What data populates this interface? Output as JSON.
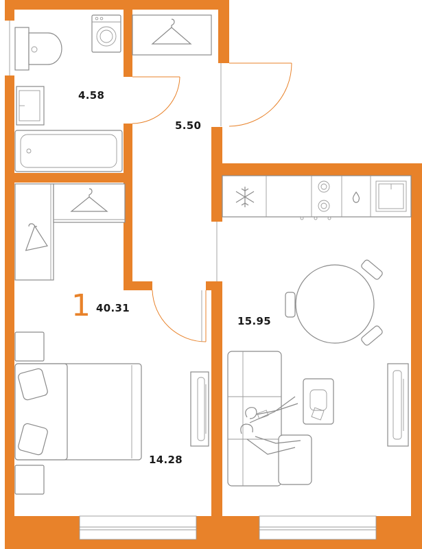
{
  "plan": {
    "room_count": "1",
    "total_area": "40.31",
    "rooms": {
      "bathroom": "4.58",
      "hallway": "5.50",
      "kitchen": "15.95",
      "bedroom": "14.28"
    }
  },
  "colors": {
    "wall": "#E8822A",
    "fixture_line": "#8a8a8a"
  },
  "icons": [
    "washing-machine-icon",
    "hanger-icon",
    "snowflake-icon",
    "water-drop-icon"
  ]
}
